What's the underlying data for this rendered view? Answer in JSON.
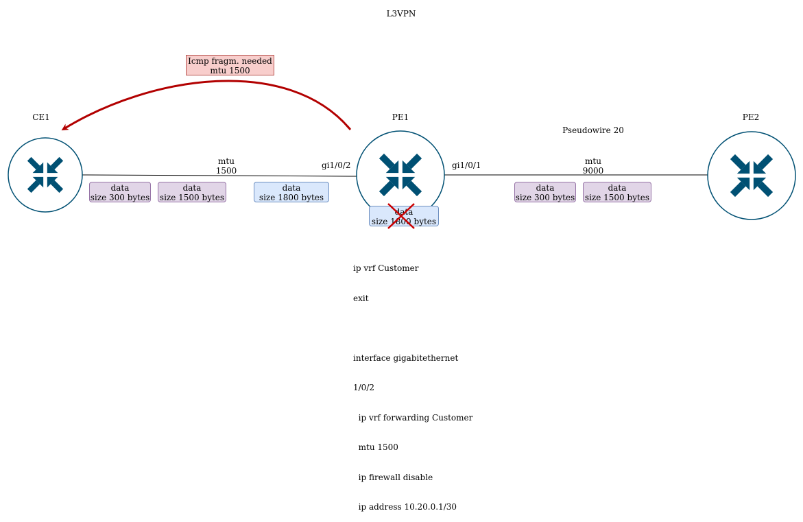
{
  "title": "L3VPN",
  "colors": {
    "router_fill": "#005073",
    "router_stroke": "#005073",
    "arrow_red": "#b20000",
    "line": "#000000"
  },
  "nodes": {
    "ce1": "CE1",
    "pe1": "PE1",
    "pe2": "PE2"
  },
  "links": {
    "left": {
      "mtu_label": "mtu",
      "mtu_value": "1500",
      "iface_pe1": "gi1/0/2"
    },
    "right": {
      "mtu_label": "mtu",
      "mtu_value": "9000",
      "iface_pe1": "gi1/0/1",
      "pseudowire": "Pseudowire 20"
    }
  },
  "icmp_message": {
    "line1": "Icmp fragm. needed",
    "line2": "mtu 1500"
  },
  "packets": {
    "left_1": {
      "line1": "data",
      "line2": "size 300 bytes"
    },
    "left_2": {
      "line1": "data",
      "line2": "size 1500 bytes"
    },
    "left_3": {
      "line1": "data",
      "line2": "size 1800 bytes"
    },
    "dropped": {
      "line1": "data",
      "line2": "size 1800 bytes"
    },
    "right_1": {
      "line1": "data",
      "line2": "size 300 bytes"
    },
    "right_2": {
      "line1": "data",
      "line2": "size 1500 bytes"
    }
  },
  "config_lines": [
    "ip vrf Customer",
    "exit",
    "",
    "interface gigabitethernet",
    "1/0/2",
    "  ip vrf forwarding Customer",
    "  mtu 1500",
    "  ip firewall disable",
    "  ip address 10.20.0.1/30"
  ]
}
